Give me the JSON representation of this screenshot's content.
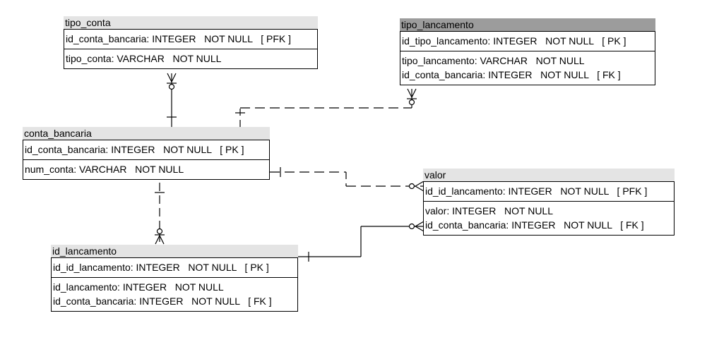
{
  "tipo_conta": {
    "name": "tipo_conta",
    "pk": [
      "id_conta_bancaria: INTEGER   NOT NULL   [ PFK ]"
    ],
    "attrs": [
      "tipo_conta: VARCHAR   NOT NULL"
    ]
  },
  "tipo_lancamento": {
    "name": "tipo_lancamento",
    "pk": [
      "id_tipo_lancamento: INTEGER   NOT NULL   [ PK ]"
    ],
    "attrs": [
      "tipo_lancamento: VARCHAR   NOT NULL",
      "id_conta_bancaria: INTEGER   NOT NULL   [ FK ]"
    ]
  },
  "conta_bancaria": {
    "name": "conta_bancaria",
    "pk": [
      "id_conta_bancaria: INTEGER   NOT NULL   [ PK ]"
    ],
    "attrs": [
      "num_conta: VARCHAR   NOT NULL"
    ]
  },
  "valor": {
    "name": "valor",
    "pk": [
      "id_id_lancamento: INTEGER   NOT NULL   [ PFK ]"
    ],
    "attrs": [
      "valor: INTEGER   NOT NULL",
      "id_conta_bancaria: INTEGER   NOT NULL   [ FK ]"
    ]
  },
  "id_lancamento": {
    "name": "id_lancamento",
    "pk": [
      "id_id_lancamento: INTEGER   NOT NULL   [ PK ]"
    ],
    "attrs": [
      "id_lancamento: INTEGER   NOT NULL",
      "id_conta_bancaria: INTEGER   NOT NULL   [ FK ]"
    ]
  },
  "colors": {
    "title_bg": "#e4e4e4",
    "title_selected_bg": "#9c9c9c",
    "line": "#000000"
  }
}
